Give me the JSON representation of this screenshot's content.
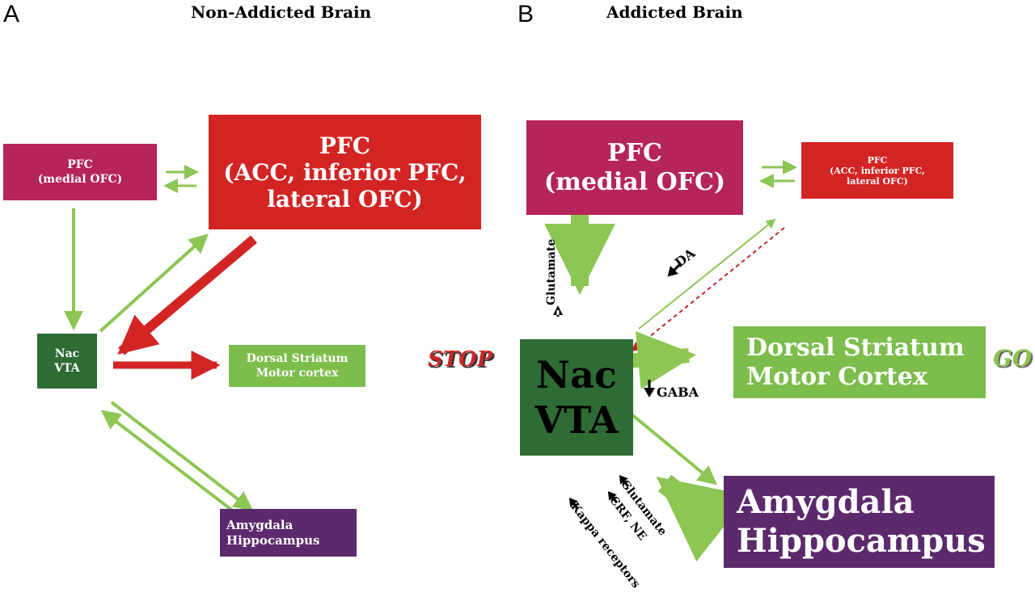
{
  "panel_a": {
    "letter": "A",
    "title": "Non-Addicted Brain",
    "pfc_medial": "PFC\n(medial OFC)",
    "pfc_other": "PFC\n(ACC, inferior PFC,\nlateral OFC)",
    "nac_vta": "Nac\nVTA",
    "dorsal": "Dorsal Striatum\nMotor cortex",
    "amygdala": "Amygdala\nHippocampus"
  },
  "panel_b": {
    "letter": "B",
    "title": "Addicted Brain",
    "pfc_medial": "PFC\n(medial OFC)",
    "pfc_other": "PFC\n(ACC, inferior PFC,\nlateral OFC)",
    "nac_vta": "Nac\nVTA",
    "dorsal": "Dorsal Striatum\nMotor Cortex",
    "amygdala": "Amygdala\nHippocampus",
    "glutamate_top": "Glutamate",
    "da": "DA",
    "gaba": "GABA",
    "glutamate_bottom": "Glutamate",
    "crf_ne": "CRF, NE",
    "kappa": "Kappa receptors",
    "stop": "STOP",
    "go": "GO"
  },
  "colors": {
    "medial_pfc": "#b5245a",
    "other_pfc": "#d32424",
    "nac": "#2e6b35",
    "dorsal": "#7cbd4b",
    "amygdala": "#5c2a6c",
    "arrow_green": "#8cc653",
    "arrow_red": "#d32424"
  }
}
